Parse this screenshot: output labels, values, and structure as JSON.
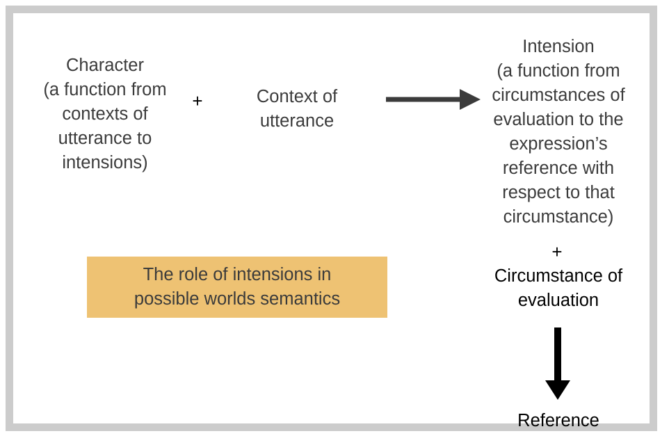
{
  "figure": {
    "title": "The role of intensions in possible worlds semantics",
    "frame_color": "#cccccc",
    "background": "#ffffff",
    "text_color": "#3b3b3b",
    "emphasis_color": "#000000",
    "accent_color": "#eec273"
  },
  "nodes": {
    "character": {
      "label": "Character\n(a function from\ncontexts of\nutterance to\nintensions)",
      "heading": "Character",
      "gloss": "(a function from contexts of utterance to intensions)"
    },
    "context": {
      "label": "Context of\nutterance",
      "heading": "Context of utterance"
    },
    "intension": {
      "label": "Intension\n(a function from\ncircumstances of\nevaluation to the\nexpression’s\nreference with\nrespect to that\ncircumstance)",
      "heading": "Intension",
      "gloss": "(a function from circumstances of evaluation to the expression’s reference with respect to that circumstance)"
    },
    "circumstance": {
      "label": "Circumstance of\nevaluation",
      "heading": "Circumstance of evaluation"
    },
    "reference": {
      "label": "Reference",
      "heading": "Reference"
    }
  },
  "operators": {
    "plus_1": "+",
    "plus_2": "+"
  },
  "arrows": {
    "horizontal": {
      "icon": "arrow-right-icon",
      "direction": "right",
      "color": "#3b3b3b",
      "from": "character + context of utterance",
      "to": "intension"
    },
    "vertical": {
      "icon": "arrow-down-icon",
      "direction": "down",
      "color": "#000000",
      "from": "intension + circumstance of evaluation",
      "to": "reference"
    }
  },
  "caption": {
    "text": "The role of intensions in\npossible worlds semantics",
    "plain": "The role of intensions in possible worlds semantics",
    "background": "#eec273"
  }
}
